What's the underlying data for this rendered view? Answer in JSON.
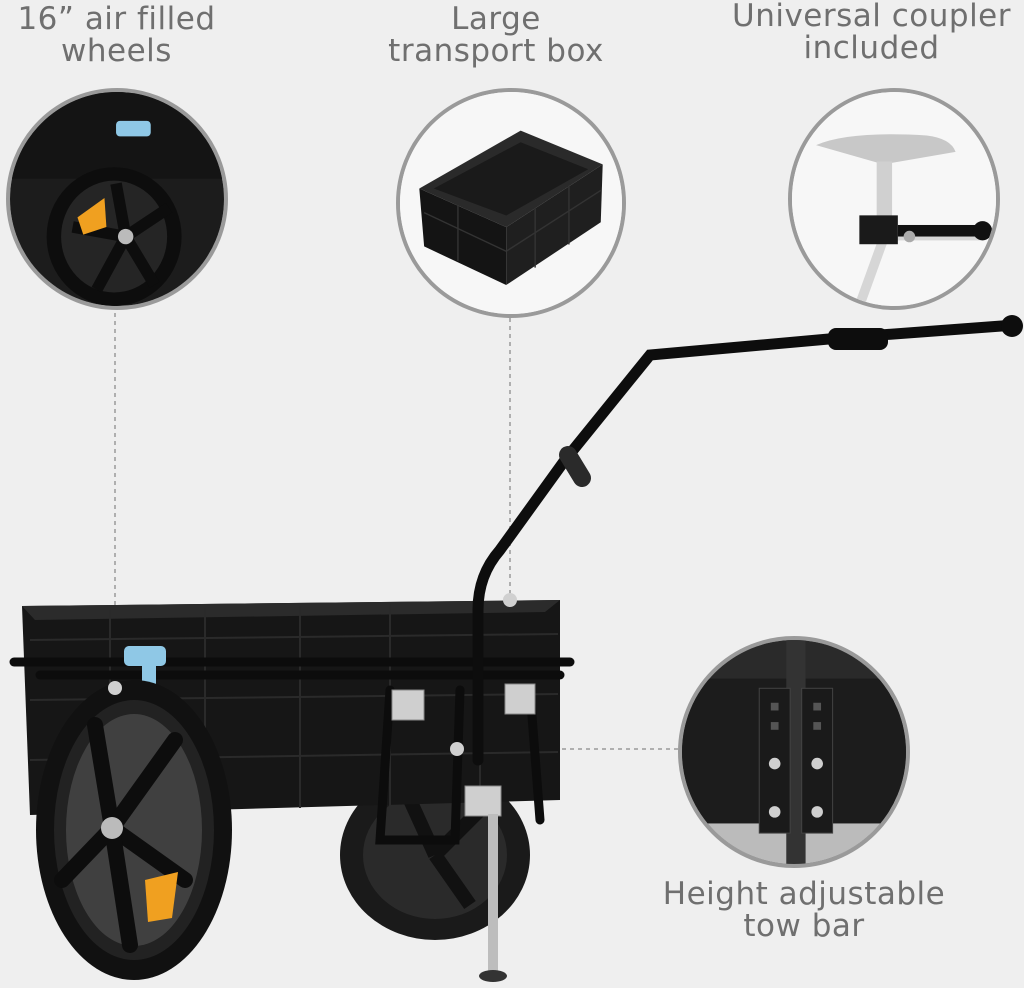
{
  "features": [
    {
      "id": "wheels",
      "line1": "16” air filled",
      "line2": "wheels"
    },
    {
      "id": "box",
      "line1": "Large",
      "line2": "transport box"
    },
    {
      "id": "coupler",
      "line1": "Universal coupler",
      "line2": "included"
    },
    {
      "id": "towbar",
      "line1": "Height adjustable",
      "line2": "tow bar"
    }
  ],
  "colors": {
    "background": "#efefef",
    "text": "#6f6f6f",
    "callout_border": "#9a9a9a",
    "trailer_black": "#141414",
    "clip_blue": "#8fc8e6",
    "reflector_orange": "#f0a020"
  }
}
